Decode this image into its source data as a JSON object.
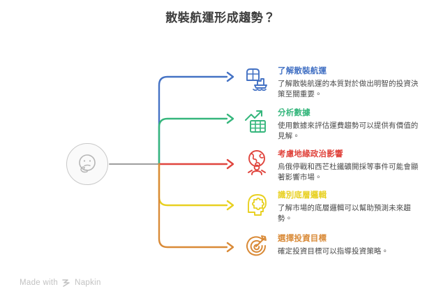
{
  "title": "散裝航運形成趨勢？",
  "center": {
    "icon": "thinking-face-icon",
    "label": ""
  },
  "branches": [
    {
      "heading": "了解散裝航運",
      "description": "了解散裝航運的本質對於做出明智的投資決策至關重要。",
      "color": "#4472C4",
      "icon": "cargo-ship-icon"
    },
    {
      "heading": "分析數據",
      "description": "使用數據來評估運費趨勢可以提供有價值的見解。",
      "color": "#35B67C",
      "icon": "growth-chart-table-icon"
    },
    {
      "heading": "考慮地緣政治影響",
      "description": "烏俄停戰和西芒杜鐵礦開採等事件可能會顯著影響市場。",
      "color": "#E0453E",
      "icon": "globe-person-icon"
    },
    {
      "heading": "識別底層邏輯",
      "description": "了解市場的底層邏輯可以幫助預測未來趨勢。",
      "color": "#E8D020",
      "icon": "head-puzzle-brain-icon"
    },
    {
      "heading": "選擇投資目標",
      "description": "確定投資目標可以指導投資策略。",
      "color": "#D98A37",
      "icon": "target-dart-icon"
    }
  ],
  "footer": {
    "made_with": "Made with",
    "brand": "Napkin"
  },
  "theme": {
    "title_color": "#3d3d3d",
    "body_text_color": "#4a4a4a",
    "stem_color": "#9e9e9e",
    "node_border": "#c8c8c8",
    "footer_color": "#c2c2c2"
  }
}
